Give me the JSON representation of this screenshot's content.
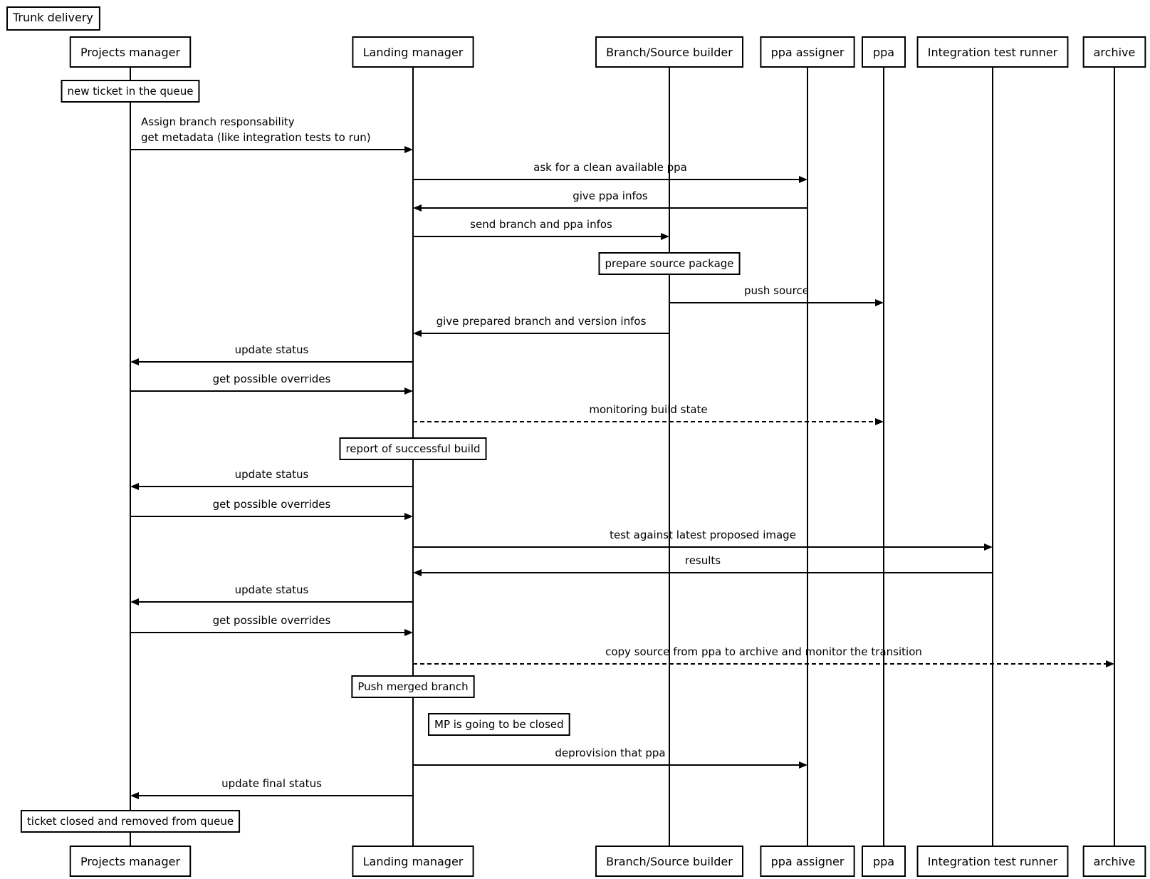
{
  "title": "Trunk delivery",
  "participants": [
    {
      "id": "pm",
      "label": "Projects manager"
    },
    {
      "id": "lm",
      "label": "Landing manager"
    },
    {
      "id": "bsb",
      "label": "Branch/Source builder"
    },
    {
      "id": "ppaa",
      "label": "ppa assigner"
    },
    {
      "id": "ppa",
      "label": "ppa"
    },
    {
      "id": "itr",
      "label": "Integration test runner"
    },
    {
      "id": "arc",
      "label": "archive"
    }
  ],
  "steps": [
    {
      "kind": "note",
      "at": "pm",
      "text": "new ticket in the queue"
    },
    {
      "kind": "msg",
      "from": "pm",
      "to": "lm",
      "lines": [
        "Assign branch responsability",
        "get metadata (like integration tests to run)"
      ],
      "align": "left"
    },
    {
      "kind": "msg",
      "from": "lm",
      "to": "ppaa",
      "lines": [
        "ask for a clean available ppa"
      ]
    },
    {
      "kind": "msg",
      "from": "ppaa",
      "to": "lm",
      "lines": [
        "give ppa infos"
      ]
    },
    {
      "kind": "msg",
      "from": "lm",
      "to": "bsb",
      "lines": [
        "send branch and ppa infos"
      ]
    },
    {
      "kind": "note",
      "at": "bsb",
      "text": "prepare source package"
    },
    {
      "kind": "msg",
      "from": "bsb",
      "to": "ppa",
      "lines": [
        "push source"
      ]
    },
    {
      "kind": "msg",
      "from": "bsb",
      "to": "lm",
      "lines": [
        "give prepared branch and version infos"
      ]
    },
    {
      "kind": "msg",
      "from": "lm",
      "to": "pm",
      "lines": [
        "update status"
      ]
    },
    {
      "kind": "msg",
      "from": "pm",
      "to": "lm",
      "lines": [
        "get possible overrides"
      ]
    },
    {
      "kind": "msg",
      "from": "lm",
      "to": "ppa",
      "lines": [
        "monitoring build state"
      ],
      "dashed": true
    },
    {
      "kind": "note",
      "at": "lm",
      "text": "report of successful build"
    },
    {
      "kind": "msg",
      "from": "lm",
      "to": "pm",
      "lines": [
        "update status"
      ]
    },
    {
      "kind": "msg",
      "from": "pm",
      "to": "lm",
      "lines": [
        "get possible overrides"
      ]
    },
    {
      "kind": "msg",
      "from": "lm",
      "to": "itr",
      "lines": [
        "test against latest proposed image"
      ]
    },
    {
      "kind": "msg",
      "from": "itr",
      "to": "lm",
      "lines": [
        "results"
      ]
    },
    {
      "kind": "msg",
      "from": "lm",
      "to": "pm",
      "lines": [
        "update status"
      ]
    },
    {
      "kind": "msg",
      "from": "pm",
      "to": "lm",
      "lines": [
        "get possible overrides"
      ]
    },
    {
      "kind": "msg",
      "from": "lm",
      "to": "arc",
      "lines": [
        "copy source from ppa to archive and monitor the transition"
      ],
      "dashed": true
    },
    {
      "kind": "note",
      "at": "lm",
      "text": "Push merged branch"
    },
    {
      "kind": "note",
      "at": "lm",
      "text": "MP is going to be closed",
      "offset": "right"
    },
    {
      "kind": "msg",
      "from": "lm",
      "to": "ppaa",
      "lines": [
        "deprovision that ppa"
      ]
    },
    {
      "kind": "msg",
      "from": "lm",
      "to": "pm",
      "lines": [
        "update final status"
      ]
    },
    {
      "kind": "note",
      "at": "pm",
      "text": "ticket closed and removed from queue"
    }
  ]
}
